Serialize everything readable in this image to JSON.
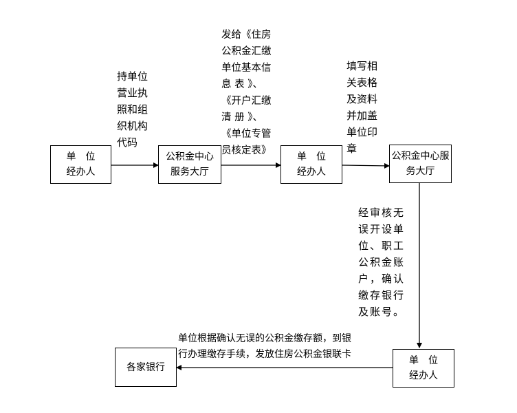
{
  "nodes": {
    "unit_1": [
      "单　位",
      "经办人"
    ],
    "center_1": [
      "公积金中心",
      "服务大厅"
    ],
    "unit_2": [
      "单　位",
      "经办人"
    ],
    "center_2": [
      "公积金中心服",
      "务大厅"
    ],
    "unit_3": [
      "单　位",
      "经办人"
    ],
    "bank": "各家银行"
  },
  "edges": {
    "step1": [
      "持单位",
      "营业执",
      "照和组",
      "织机构",
      "代码"
    ],
    "step2": [
      "发给《住房",
      "公积金汇缴",
      "单位基本信",
      "息 表 》、",
      "《开户汇缴",
      "清 册 》、",
      "《单位专管",
      "员核定表》"
    ],
    "step3": [
      "填写相",
      "关表格",
      "及资料",
      "并加盖",
      "单位印",
      "章"
    ],
    "step4": [
      "经审核无",
      "误开设单",
      "位、职工",
      "公积金账",
      "户，确认",
      "缴存银行",
      "及账号。"
    ],
    "step5": [
      "单位根据确认无误的公积金缴存额，到银",
      "行办理缴存手续，发放住房公积金银联卡"
    ]
  },
  "colors": {
    "stroke": "#000000",
    "background": "#ffffff"
  }
}
